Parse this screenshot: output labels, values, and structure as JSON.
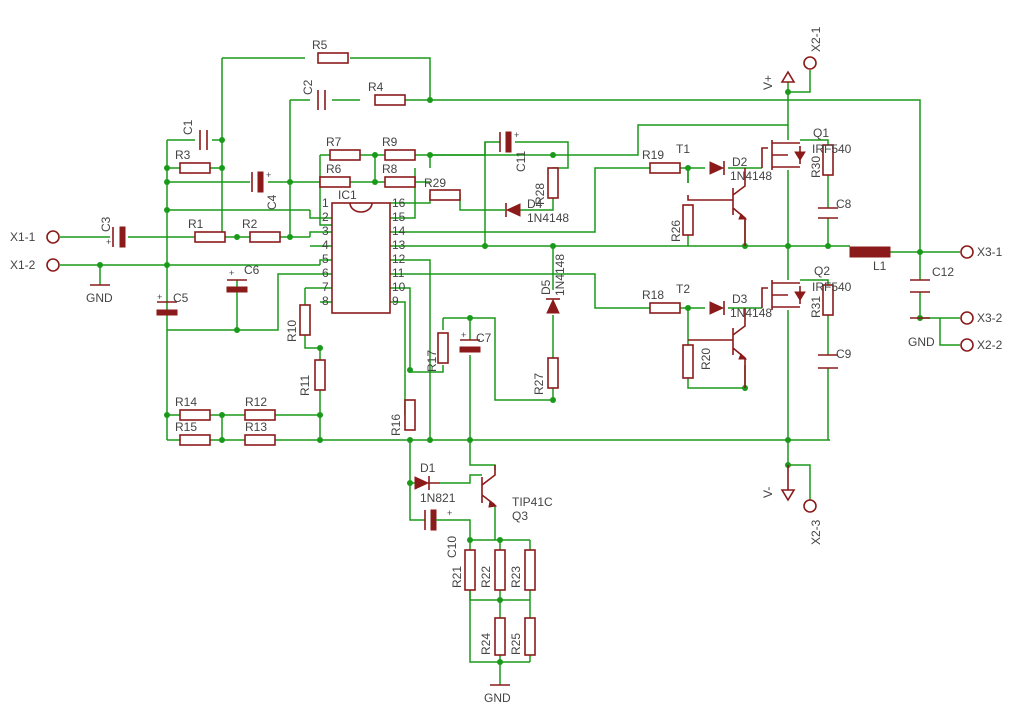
{
  "schematic": {
    "ic": {
      "name": "IC1",
      "pins": [
        "1",
        "2",
        "3",
        "4",
        "5",
        "6",
        "7",
        "8",
        "9",
        "10",
        "11",
        "12",
        "13",
        "14",
        "15",
        "16"
      ]
    },
    "resistors": [
      "R1",
      "R2",
      "R3",
      "R4",
      "R5",
      "R6",
      "R7",
      "R8",
      "R9",
      "R10",
      "R11",
      "R12",
      "R13",
      "R14",
      "R15",
      "R16",
      "R17",
      "R18",
      "R19",
      "R20",
      "R21",
      "R22",
      "R23",
      "R24",
      "R25",
      "R26",
      "R27",
      "R28",
      "R29",
      "R30",
      "R31"
    ],
    "capacitors": [
      "C1",
      "C2",
      "C3",
      "C4",
      "C5",
      "C6",
      "C7",
      "C8",
      "C9",
      "C10",
      "C11",
      "C12"
    ],
    "diodes": {
      "d1": {
        "name": "D1",
        "value": "1N821"
      },
      "d2": {
        "name": "D2",
        "value": "1N4148"
      },
      "d3": {
        "name": "D3",
        "value": "1N4148"
      },
      "d4": {
        "name": "D4",
        "value": "1N4148"
      },
      "d5": {
        "name": "D5",
        "value": "1N4148"
      }
    },
    "transistors": {
      "t1": "T1",
      "t2": "T2",
      "q1": {
        "name": "Q1",
        "value": "IRF540"
      },
      "q2": {
        "name": "Q2",
        "value": "IRF540"
      },
      "q3": {
        "name": "Q3",
        "value": "TIP41C"
      }
    },
    "inductor": "L1",
    "connectors": [
      "X1-1",
      "X1-2",
      "X2-1",
      "X2-2",
      "X2-3",
      "X3-1",
      "X3-2"
    ],
    "supply": {
      "vplus": "V+",
      "vminus": "V-",
      "gnd": "GND"
    }
  }
}
